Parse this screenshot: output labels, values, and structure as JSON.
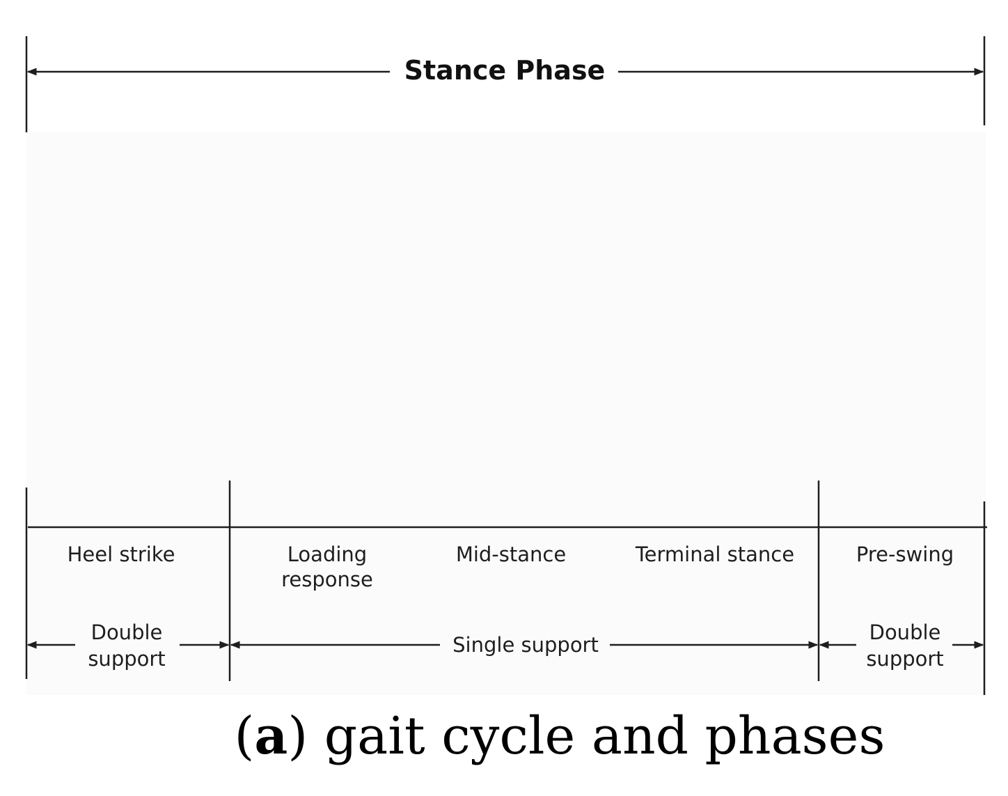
{
  "title": "Stance Phase",
  "colors": {
    "stance_leg": "#1a9fc4",
    "shorts": "#d2d2d2",
    "hair": "#111111",
    "line": "#1e1e1e"
  },
  "phases": [
    {
      "label": "Heel strike"
    },
    {
      "label_line1": "Loading",
      "label_line2": "response"
    },
    {
      "label": "Mid-stance"
    },
    {
      "label": "Terminal stance"
    },
    {
      "label": "Pre-swing"
    }
  ],
  "supports": [
    {
      "line1": "Double",
      "line2": "support"
    },
    {
      "label": "Single support"
    },
    {
      "line1": "Double",
      "line2": "support"
    }
  ],
  "caption": {
    "open": "(",
    "letter": "a",
    "close": ")",
    "text": " gait cycle and phases"
  }
}
